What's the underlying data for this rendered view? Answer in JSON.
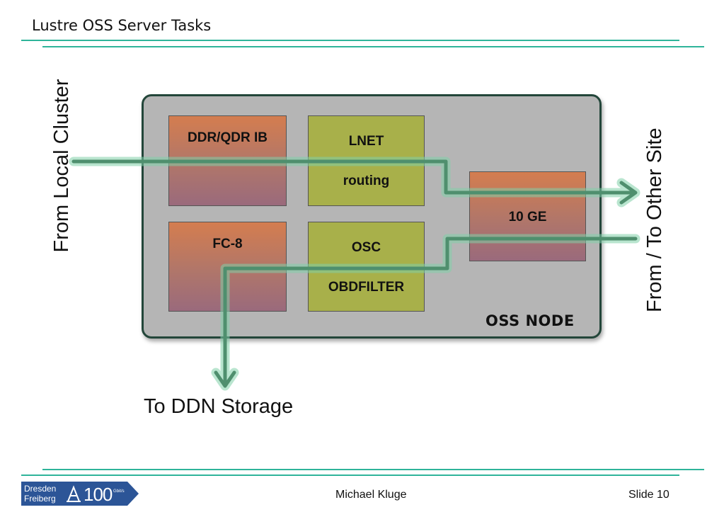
{
  "header": {
    "title": "Lustre OSS Server Tasks"
  },
  "diagram": {
    "node_label": "OSS NODE",
    "boxes": {
      "ddr": {
        "label": "DDR/QDR IB"
      },
      "lnet": {
        "line1": "LNET",
        "line2": "routing"
      },
      "fc": {
        "label": "FC-8"
      },
      "osc": {
        "line1": "OSC",
        "line2": "OBDFILTER"
      },
      "ge": {
        "label": "10 GE"
      }
    },
    "flows": {
      "local_cluster": "From Local Cluster",
      "other_site": "From / To Other Site",
      "ddn": "To DDN Storage"
    },
    "colors": {
      "accent": "#2fb49a",
      "node_bg": "#b5b5b5",
      "node_border": "#23463a",
      "orange": "#d47d4f",
      "green": "#a8b04a",
      "arrow": "#6fae8f"
    }
  },
  "footer": {
    "author": "Michael Kluge",
    "slide": "Slide 10",
    "logo": {
      "line1": "Dresden",
      "line2": "Freiberg",
      "number": "100",
      "unit": "Gbit/s"
    }
  }
}
